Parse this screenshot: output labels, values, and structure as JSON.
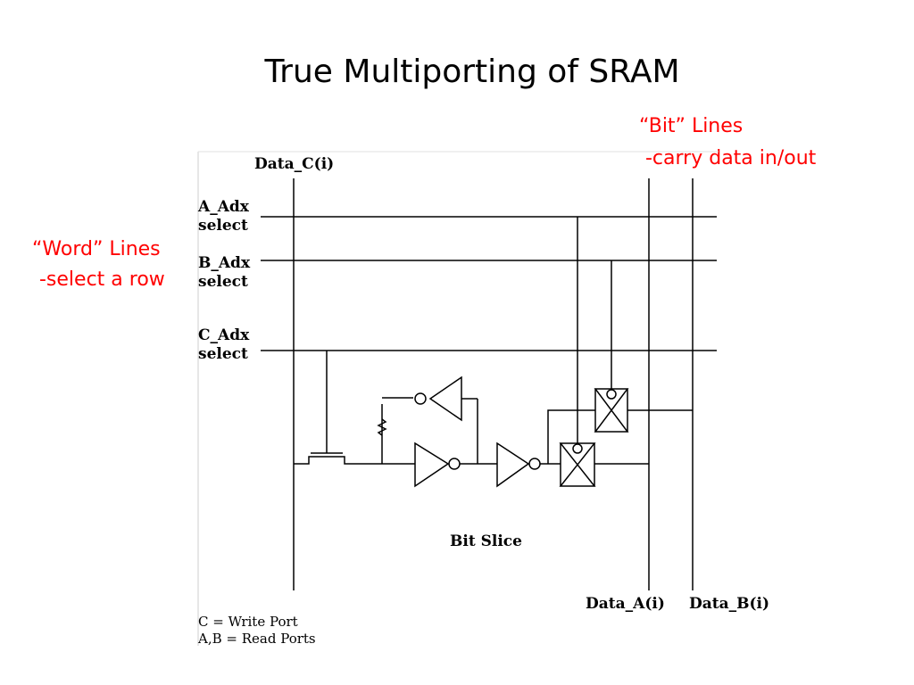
{
  "slide": {
    "title": "True Multiporting of SRAM"
  },
  "callouts": {
    "bit_lines_title": "“Bit” Lines",
    "bit_lines_sub": " -carry data in/out",
    "word_lines_title": "“Word” Lines",
    "word_lines_sub": "  -select a row"
  },
  "diagram": {
    "data_c_label": "Data_C(i)",
    "a_adx_label": "A_Adx",
    "a_select_label": "select",
    "b_adx_label": "B_Adx",
    "b_select_label": "select",
    "c_adx_label": "C_Adx",
    "c_select_label": "select",
    "bit_slice_label": "Bit Slice",
    "data_a_label": "Data_A(i)",
    "data_b_label": "Data_B(i)",
    "legend_write": "C = Write Port",
    "legend_read": "A,B = Read Ports"
  }
}
